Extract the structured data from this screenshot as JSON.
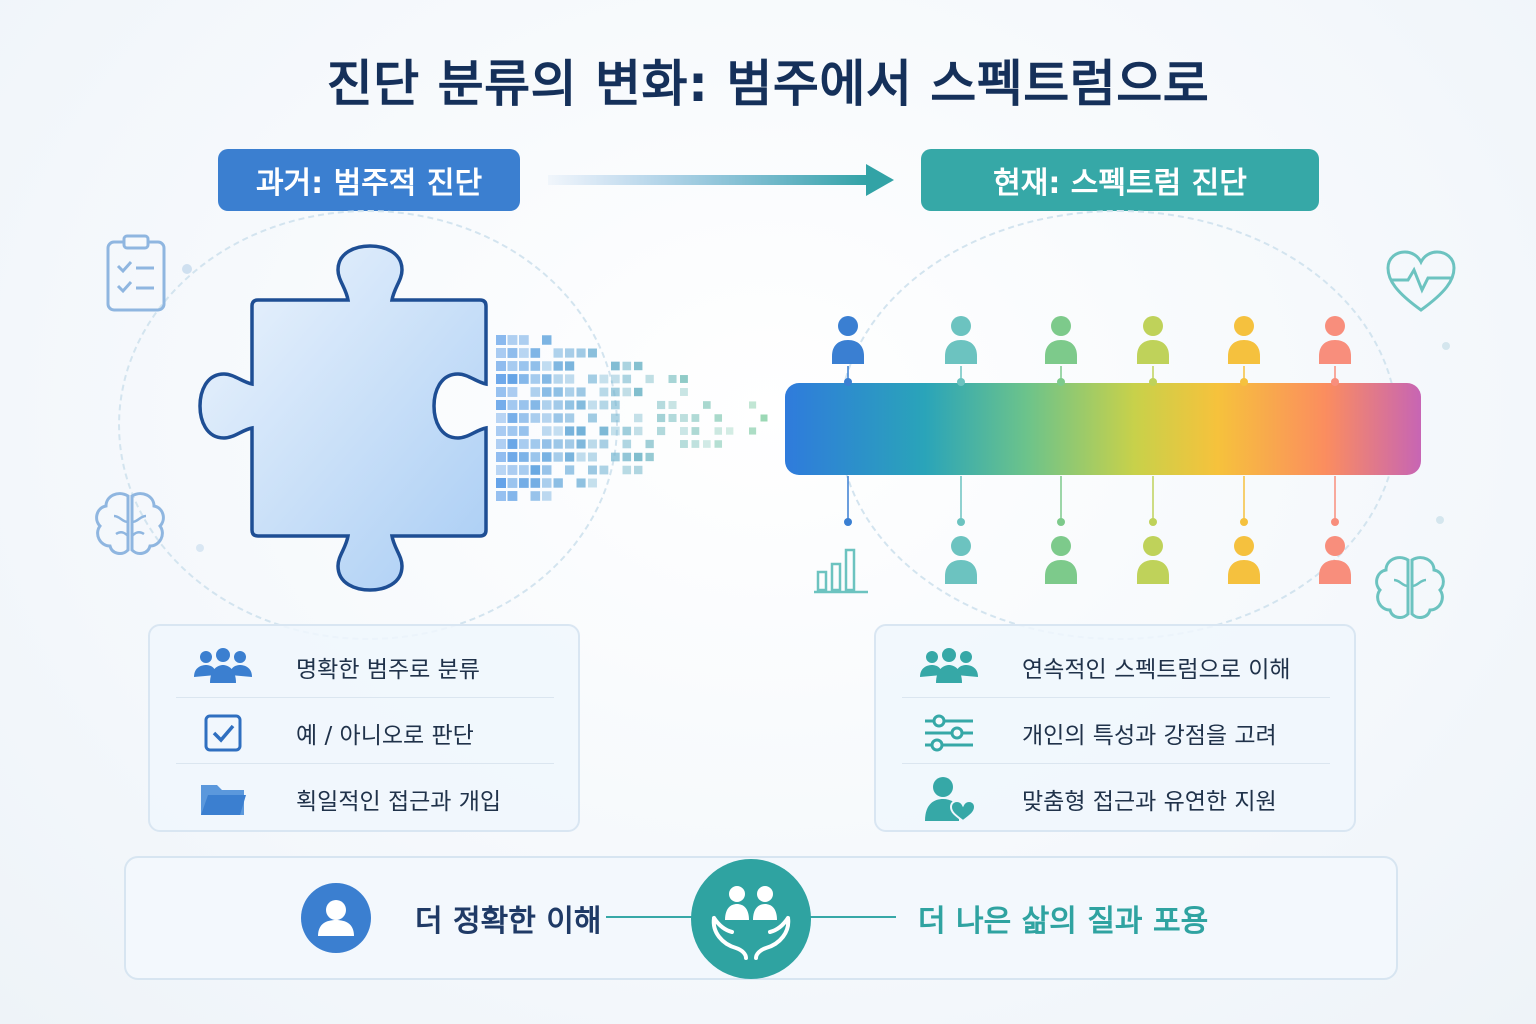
{
  "title": "진단 분류의 변화: 범주에서 스펙트럼으로",
  "past_label": "과거: 범주적 진단",
  "present_label": "현재: 스펙트럼 진단",
  "past_items": [
    {
      "icon": "group-icon",
      "text": "명확한 범주로 분류"
    },
    {
      "icon": "checkbox-icon",
      "text": "예 / 아니오로 판단"
    },
    {
      "icon": "folder-icon",
      "text": "획일적인 접근과 개입"
    }
  ],
  "present_items": [
    {
      "icon": "group-icon",
      "text": "연속적인 스펙트럼으로 이해"
    },
    {
      "icon": "sliders-icon",
      "text": "개인의 특성과 강점을 고려"
    },
    {
      "icon": "person-heart-icon",
      "text": "맞춤형 접근과 유연한 지원"
    }
  ],
  "bottom": {
    "left_text": "더 정확한 이해",
    "right_text": "더 나은 삶의 질과 포용"
  },
  "colors": {
    "navy": "#15305a",
    "blue": "#3b7fd0",
    "teal": "#36a8a7",
    "spectrum": [
      "#2f7bdc",
      "#2aa4b9",
      "#6cc38b",
      "#c8d14a",
      "#f6c23c",
      "#fb8d5f",
      "#c765b4"
    ],
    "people_top": [
      "#3a7fd2",
      "#6cc3c0",
      "#7dca8b",
      "#bfd25a",
      "#f5c13e",
      "#f88e7c"
    ],
    "people_bottom": [
      "#6cc3c0",
      "#7dca8b",
      "#bfd25a",
      "#f5c13e",
      "#f88e7c"
    ]
  }
}
